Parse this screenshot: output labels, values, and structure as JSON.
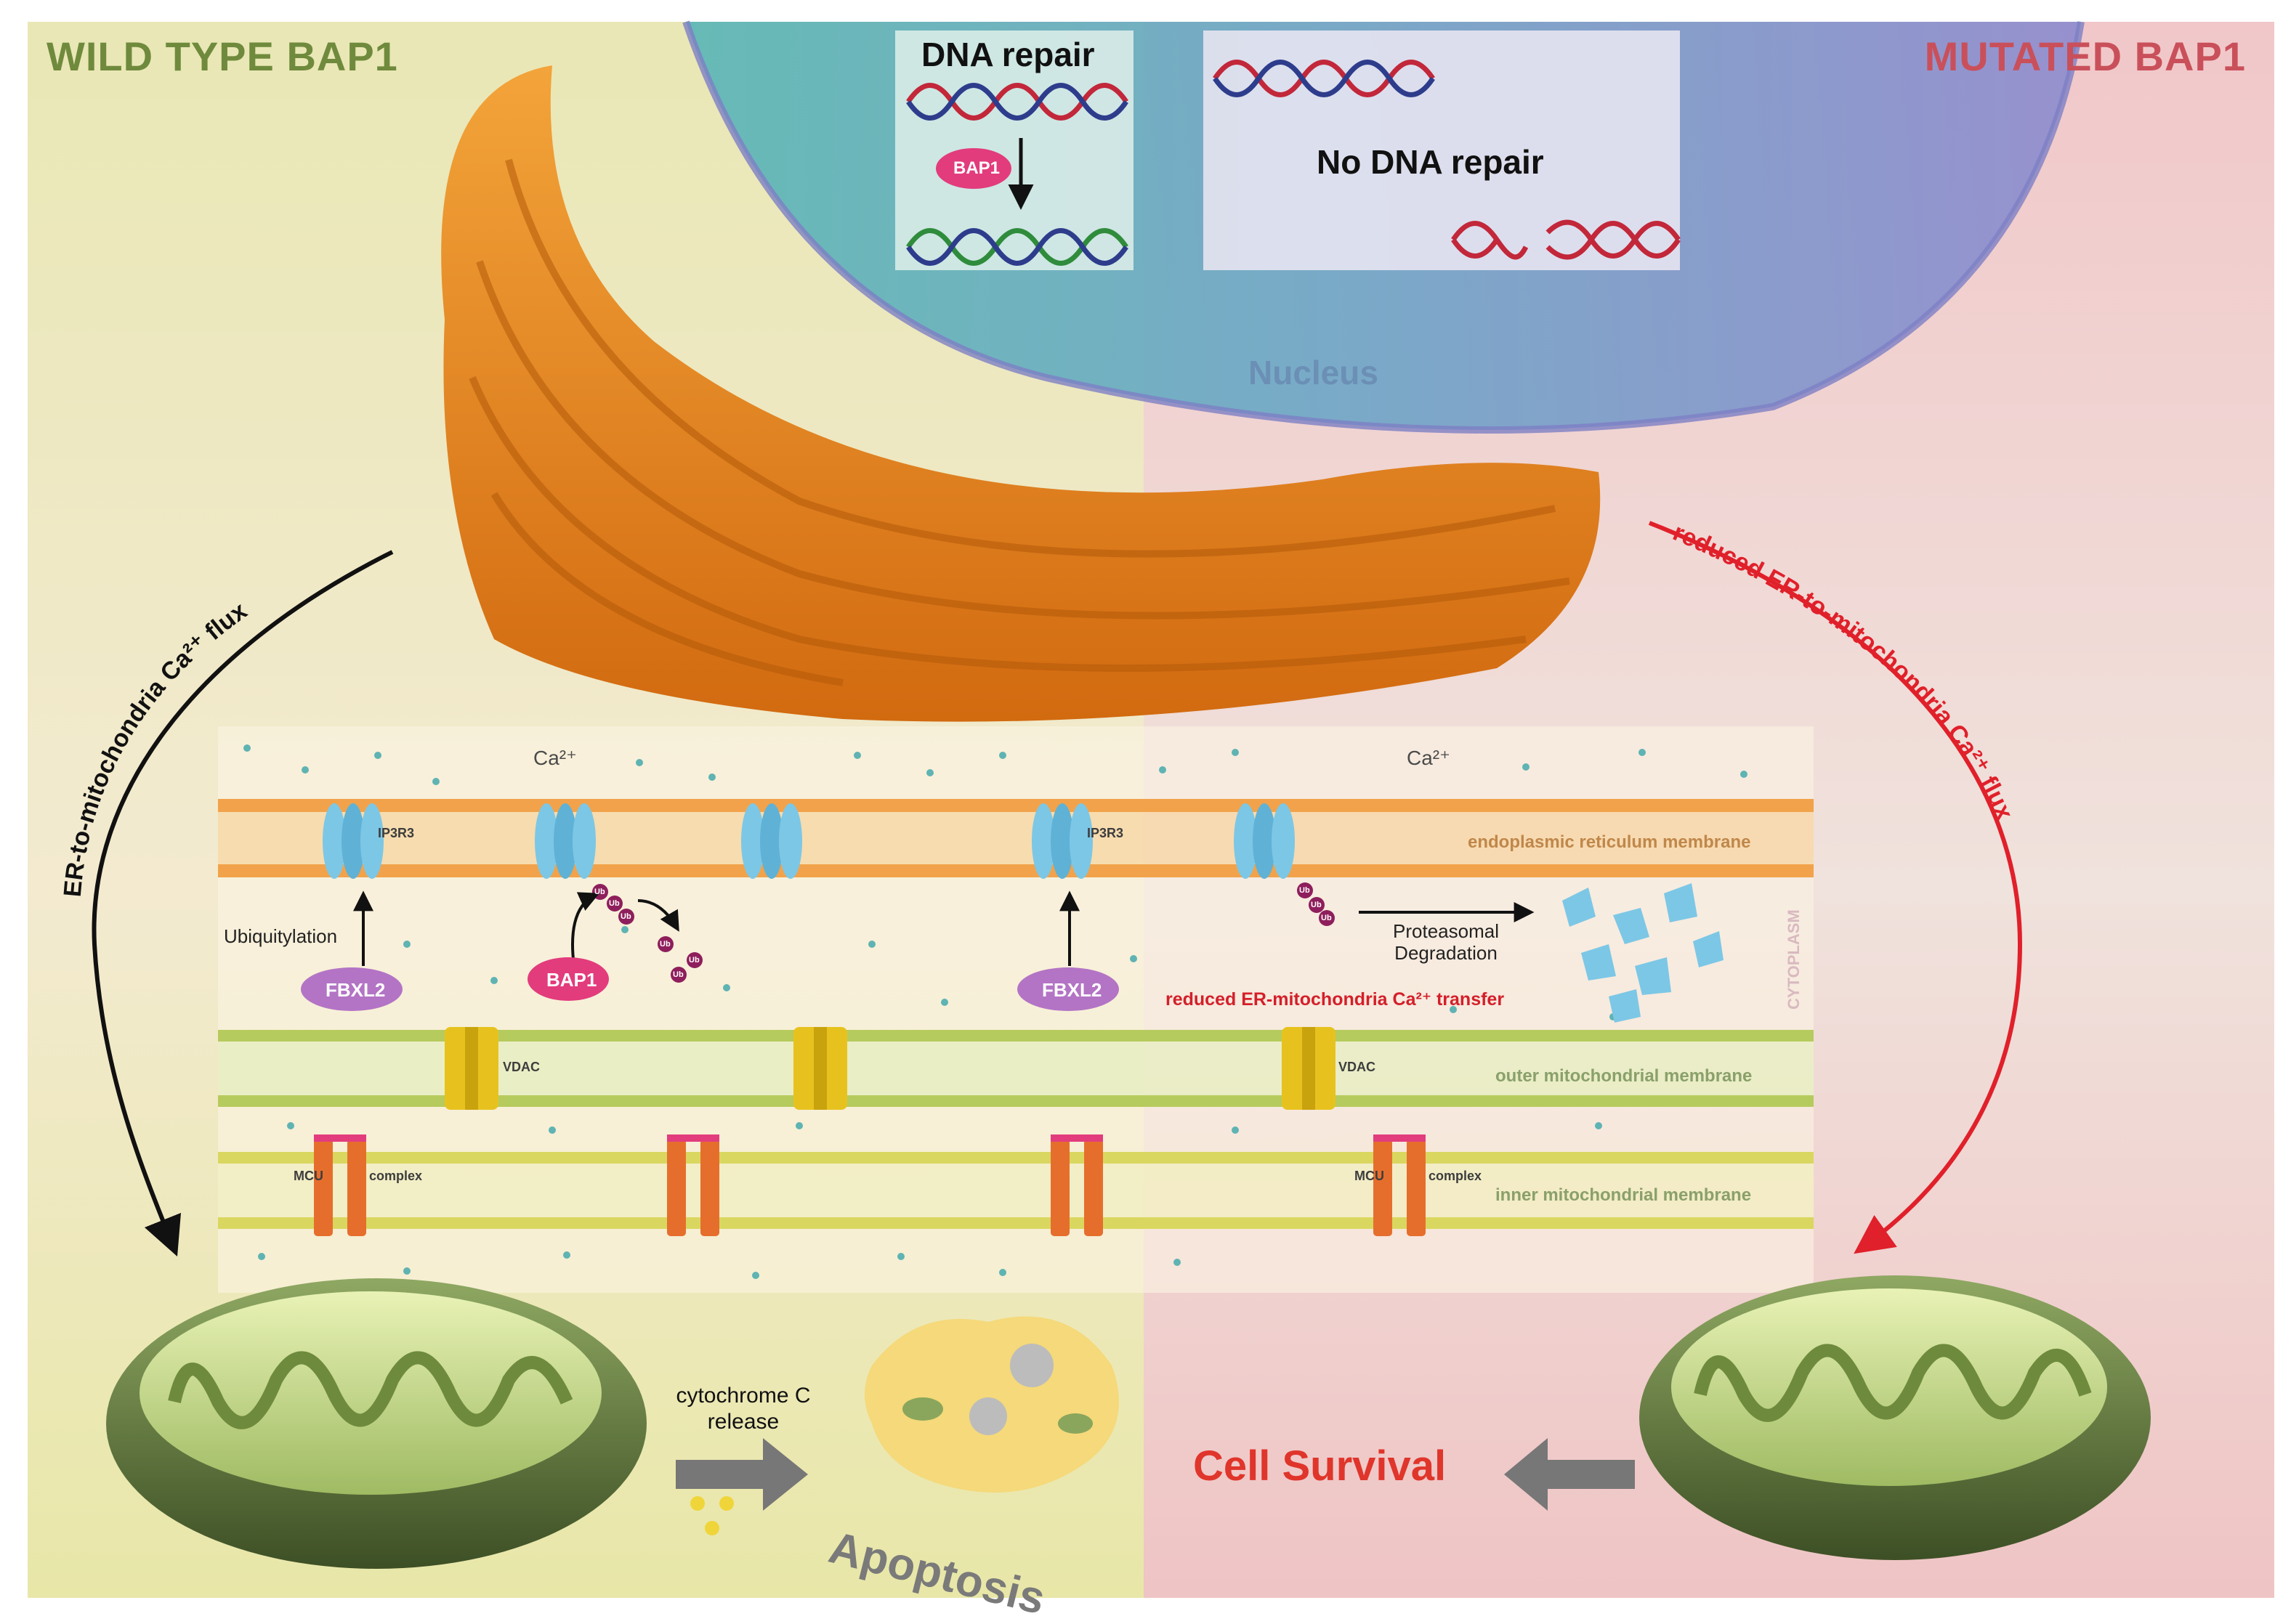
{
  "header": {
    "left_title": "WILD TYPE BAP1",
    "right_title": "MUTATED BAP1"
  },
  "nucleus": {
    "label": "Nucleus",
    "dna_repair_label": "DNA repair",
    "no_dna_repair_label": "No DNA repair",
    "bap1_label": "BAP1"
  },
  "arrows": {
    "left_flux": "ER-to-mitochondria Ca²⁺ flux",
    "right_flux": "reduced ER-to-mitochondria Ca²⁺ flux"
  },
  "membrane_panel": {
    "ca_label": "Ca²⁺",
    "er_membrane": "endoplasmic reticulum membrane",
    "outer_membrane": "outer mitochondrial membrane",
    "inner_membrane": "inner mitochondrial membrane",
    "cytoplasm": "CYTOPLASM",
    "ip3r3": "IP3R3",
    "vdac": "VDAC",
    "mcu": "MCU",
    "complex": "complex",
    "ubiquitylation": "Ubiquitylation",
    "fbxl2": "FBXL2",
    "bap1": "BAP1",
    "ub": "Ub",
    "proteasomal_degradation": "Proteasomal Degradation",
    "reduced_transfer": "reduced ER-mitochondria Ca²⁺ transfer"
  },
  "outcomes": {
    "cytochrome_release": "cytochrome C release",
    "apoptosis": "Apoptosis",
    "cell_survival": "Cell Survival"
  },
  "colors": {
    "left_bg": "#ebe6b8",
    "right_bg": "#f2cccb",
    "nucleus": "#7d9ccb",
    "er": "#e8891c",
    "ip3r3": "#7cc7e6",
    "vdac": "#e7c21e",
    "mcu": "#e66e2d",
    "fbxl2": "#b374c5",
    "bap1": "#e23c7d",
    "mito": "#7b9150",
    "wt_arrow": "#111111",
    "mut_arrow": "#e0202a"
  }
}
